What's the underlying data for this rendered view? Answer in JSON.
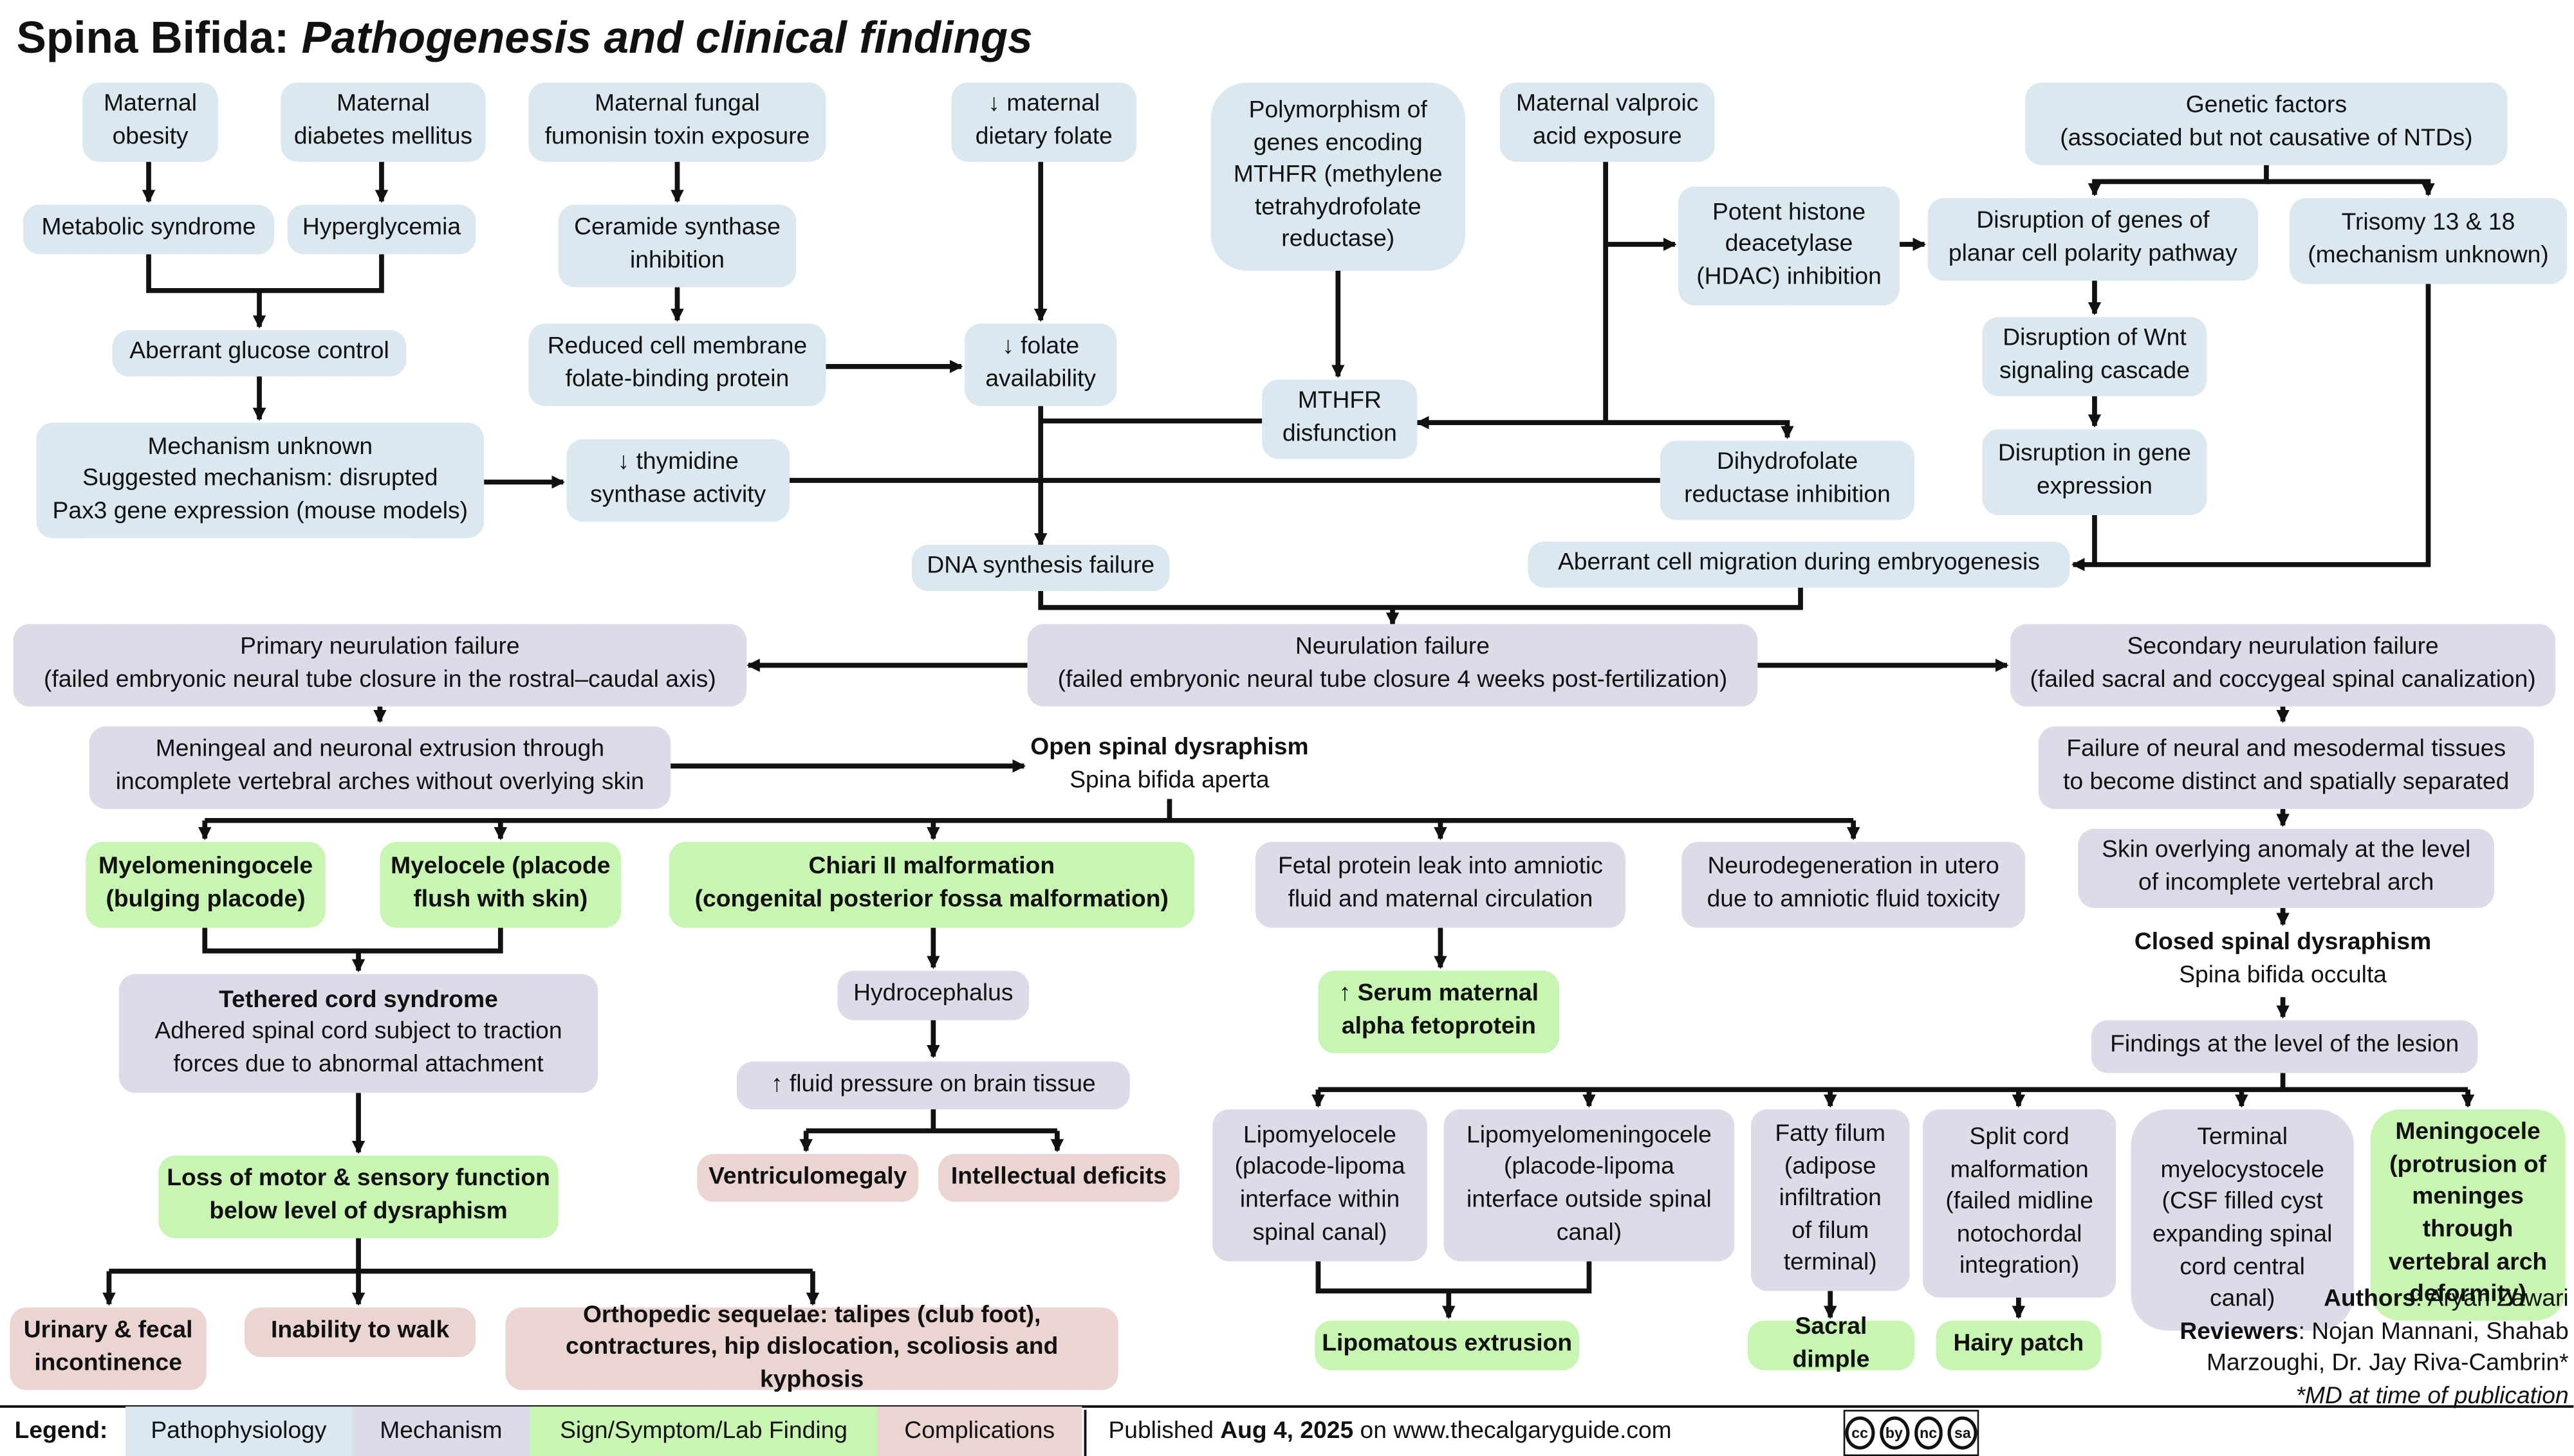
{
  "title": {
    "main": "Spina Bifida:",
    "sub": "Pathogenesis and clinical findings"
  },
  "nodes": {
    "maternal_obesity": [
      "Maternal",
      "obesity"
    ],
    "maternal_diabetes": [
      "Maternal",
      "diabetes mellitus"
    ],
    "fumonisin": [
      "Maternal fungal",
      "fumonisin toxin exposure"
    ],
    "dietary_folate": [
      "↓ maternal",
      "dietary folate"
    ],
    "mthfr_poly": [
      "Polymorphism of",
      "genes encoding",
      "MTHFR (methylene",
      "tetrahydrofolate",
      "reductase)"
    ],
    "valproic": [
      "Maternal valproic",
      "acid exposure"
    ],
    "genetic": [
      "Genetic factors",
      "(associated but not causative of NTDs)"
    ],
    "metabolic": [
      "Metabolic syndrome"
    ],
    "hyperglycemia": [
      "Hyperglycemia"
    ],
    "ceramide": [
      "Ceramide synthase",
      "inhibition"
    ],
    "hdac": [
      "Potent histone",
      "deacetylase",
      "(HDAC) inhibition"
    ],
    "planar": [
      "Disruption of genes of",
      "planar cell polarity pathway"
    ],
    "trisomy": [
      "Trisomy 13 & 18",
      "(mechanism unknown)"
    ],
    "glucose": [
      "Aberrant glucose control"
    ],
    "membrane": [
      "Reduced cell membrane",
      "folate-binding protein"
    ],
    "folate_avail": [
      "↓ folate",
      "availability"
    ],
    "wnt": [
      "Disruption of Wnt",
      "signaling cascade"
    ],
    "mthfr_dys": [
      "MTHFR",
      "disfunction"
    ],
    "unknown": [
      "Mechanism unknown",
      "Suggested mechanism: disrupted",
      "Pax3 gene expression (mouse models)"
    ],
    "thymidine": [
      "↓ thymidine",
      "synthase activity"
    ],
    "dhfr": [
      "Dihydrofolate",
      "reductase inhibition"
    ],
    "gene_expr": [
      "Disruption in gene",
      "expression"
    ],
    "dna": [
      "DNA synthesis failure"
    ],
    "migration": [
      "Aberrant cell migration during embryogenesis"
    ],
    "primary": [
      "Primary neurulation failure",
      "(failed embryonic neural tube closure in the rostral–caudal axis)"
    ],
    "neurulation": [
      "Neurulation failure",
      "(failed embryonic neural tube closure 4 weeks post-fertilization)"
    ],
    "secondary": [
      "Secondary neurulation failure",
      "(failed sacral and coccygeal spinal canalization)"
    ],
    "extrusion": [
      "Meningeal and neuronal extrusion through",
      "incomplete vertebral arches without overlying skin"
    ],
    "open_title": "Open spinal dysraphism",
    "open_sub": "Spina bifida aperta",
    "tissues": [
      "Failure of neural and mesodermal tissues",
      "to become distinct and spatially separated"
    ],
    "myelomeningocele": [
      "Myelomeningocele",
      "(bulging placode)"
    ],
    "myelocele": [
      "Myelocele (placode",
      "flush with skin)"
    ],
    "chiari": [
      "Chiari II malformation",
      "(congenital posterior fossa malformation)"
    ],
    "fetal_leak": [
      "Fetal protein leak into amniotic",
      "fluid and maternal circulation"
    ],
    "neurodegen": [
      "Neurodegeneration in utero",
      "due to amniotic fluid toxicity"
    ],
    "skin": [
      "Skin overlying anomaly at the level",
      "of incomplete vertebral arch"
    ],
    "tethered_title": "Tethered cord syndrome",
    "tethered": [
      "Adhered spinal cord subject to traction",
      "forces due to abnormal attachment"
    ],
    "hydrocephalus": [
      "Hydrocephalus"
    ],
    "afp": [
      "↑ Serum maternal",
      "alpha fetoprotein"
    ],
    "closed_title": "Closed spinal dysraphism",
    "closed_sub": "Spina bifida occulta",
    "pressure": [
      "↑ fluid pressure on brain tissue"
    ],
    "findings": [
      "Findings at the level of the lesion"
    ],
    "lipomyelocele": [
      "Lipomyelocele",
      "(placode-lipoma",
      "interface within",
      "spinal canal)"
    ],
    "lipomyelomeningocele": [
      "Lipomyelomeningocele",
      "(placode-lipoma",
      "interface outside spinal",
      "canal)"
    ],
    "fatty": [
      "Fatty filum",
      "(adipose",
      "infiltration",
      "of filum",
      "terminal)"
    ],
    "split": [
      "Split cord",
      "malformation",
      "(failed midline",
      "notochordal",
      "integration)"
    ],
    "terminal": [
      "Terminal",
      "myelocystocele",
      "(CSF filled cyst",
      "expanding spinal",
      "cord central",
      "canal)"
    ],
    "meningocele": [
      "Meningocele",
      "(protrusion of",
      "meninges",
      "through",
      "vertebral arch",
      "deformity)"
    ],
    "loss": [
      "Loss of motor & sensory function",
      "below level of dysraphism"
    ],
    "ventriculomegaly": [
      "Ventriculomegaly"
    ],
    "intellectual": [
      "Intellectual deficits"
    ],
    "urinary": [
      "Urinary & fecal",
      "incontinence"
    ],
    "walk": [
      "Inability to walk"
    ],
    "orthopedic": [
      "Orthopedic sequelae: talipes (club foot),",
      "contractures, hip dislocation, scoliosis and kyphosis"
    ],
    "lipomatous": [
      "Lipomatous extrusion"
    ],
    "sacral": [
      "Sacral dimple"
    ],
    "hairy": [
      "Hairy patch"
    ]
  },
  "authors": {
    "authors_label": "Authors",
    "authors_value": ": Aryan Zawari",
    "reviewers_label": "Reviewers",
    "reviewers_value": ": Nojan Mannani, Shahab",
    "reviewers_line2": "Marzoughi, Dr. Jay Riva-Cambrin*",
    "note": "*MD at time of publication"
  },
  "legend": {
    "label": "Legend:",
    "items": [
      "Pathophysiology",
      "Mechanism",
      "Sign/Symptom/Lab Finding",
      "Complications"
    ],
    "colors": [
      "#dbe8f0",
      "#dedbe8",
      "#c9f5b3",
      "#ead5d2"
    ]
  },
  "published": {
    "prefix": "Published ",
    "date": "Aug 4, 2025",
    "suffix": " on www.thecalgaryguide.com"
  },
  "license": [
    "cc",
    "by",
    "nc",
    "sa"
  ]
}
